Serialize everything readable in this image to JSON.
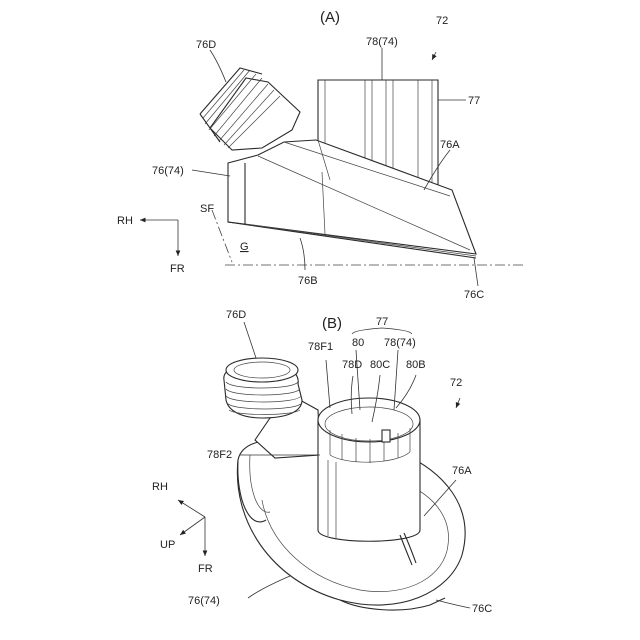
{
  "figure": {
    "view_a": {
      "title": "(A)",
      "ref_assembly": "72",
      "ref_76D": "76D",
      "ref_78_74": "78(74)",
      "ref_77": "77",
      "ref_76_74": "76(74)",
      "ref_76A": "76A",
      "ref_SF": "SF",
      "ref_G": "G",
      "ref_76B": "76B",
      "ref_76C": "76C",
      "dir_RH": "RH",
      "dir_FR": "FR"
    },
    "view_b": {
      "title": "(B)",
      "ref_76D": "76D",
      "ref_77": "77",
      "ref_78F1": "78F1",
      "ref_80": "80",
      "ref_78_74": "78(74)",
      "ref_78D": "78D",
      "ref_80C": "80C",
      "ref_80B": "80B",
      "ref_assembly": "72",
      "ref_78F2": "78F2",
      "ref_76A": "76A",
      "ref_76_74": "76(74)",
      "ref_76C": "76C",
      "dir_RH": "RH",
      "dir_UP": "UP",
      "dir_FR": "FR"
    }
  }
}
